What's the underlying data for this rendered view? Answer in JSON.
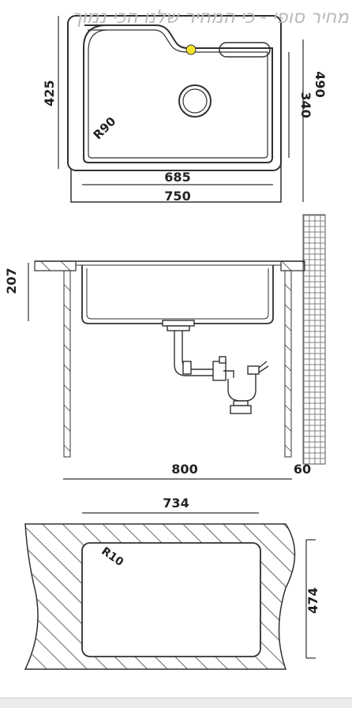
{
  "header": {
    "text": "מחיר סופי - כי המחיר שלנו הכי נמוך"
  },
  "top_view": {
    "width_label": "750",
    "inner_width_label": "685",
    "height_label": "425",
    "depth_label": "490",
    "inner_depth_label": "340",
    "radius_label": "R90"
  },
  "side_view": {
    "depth_label": "207",
    "cabinet_width_label": "800",
    "wall_gap_label": "60"
  },
  "cutout_view": {
    "width_label": "734",
    "height_label": "474",
    "radius_label": "R10"
  },
  "colors": {
    "line": "#303030",
    "tap_hole": "#f4e52a",
    "wall_tile": "#5a5a5a"
  }
}
